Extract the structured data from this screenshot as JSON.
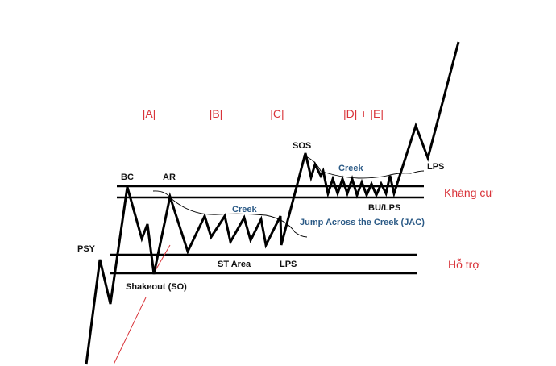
{
  "phases": {
    "a": "|A|",
    "b": "|B|",
    "c": "|C|",
    "de": "|D| + |E|"
  },
  "labels": {
    "psy": "PSY",
    "bc": "BC",
    "ar": "AR",
    "shakeout": "Shakeout (SO)",
    "st_area": "ST Area",
    "lps_c": "LPS",
    "sos": "SOS",
    "creek_left": "Creek",
    "creek_right": "Creek",
    "jac": "Jump Across the Creek (JAC)",
    "bu_lps": "BU/LPS",
    "lps_e": "LPS"
  },
  "zones": {
    "resistance": "Kháng cự",
    "support": "Hỗ trợ"
  },
  "colors": {
    "line": "#000000",
    "phase_label": "#d9343a",
    "creek_label": "#2b5a86",
    "trend_line": "#d9343a"
  }
}
